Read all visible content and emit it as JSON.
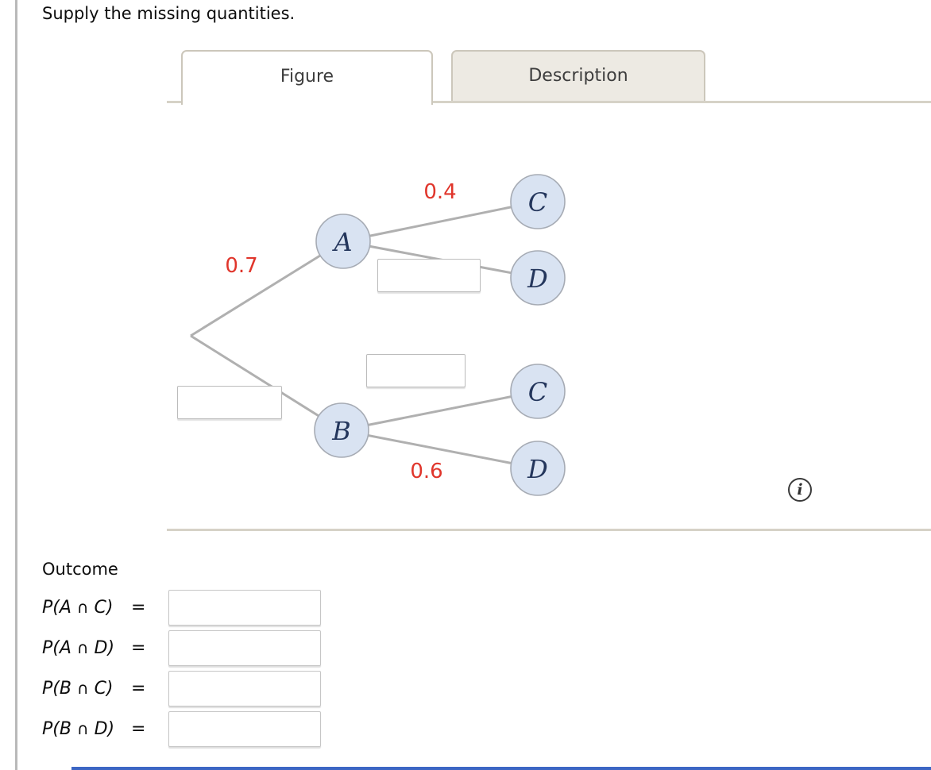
{
  "page": {
    "title": "Supply the missing quantities."
  },
  "tabs": {
    "figure": {
      "label": "Figure",
      "active": true
    },
    "description": {
      "label": "Description",
      "active": false
    }
  },
  "figure": {
    "tree": {
      "nodes": [
        {
          "id": "A",
          "label": "A"
        },
        {
          "id": "C1",
          "label": "C"
        },
        {
          "id": "D1",
          "label": "D"
        },
        {
          "id": "B",
          "label": "B"
        },
        {
          "id": "C2",
          "label": "C"
        },
        {
          "id": "D2",
          "label": "D"
        }
      ],
      "edge_labels": {
        "root_a": "0.7",
        "a_c": "0.4",
        "b_d": "0.6"
      },
      "inputs": {
        "a_d": {
          "value": ""
        },
        "b_c": {
          "value": ""
        },
        "root_b": {
          "value": ""
        }
      }
    },
    "info_icon": {
      "glyph": "i"
    }
  },
  "outcome": {
    "heading": "Outcome",
    "rows": [
      {
        "pre": "P(A ",
        "cap": "∩",
        "post": " C)",
        "eq": "=",
        "value": ""
      },
      {
        "pre": "P(A ",
        "cap": "∩",
        "post": " D)",
        "eq": "=",
        "value": ""
      },
      {
        "pre": "P(B ",
        "cap": "∩",
        "post": " C)",
        "eq": "=",
        "value": ""
      },
      {
        "pre": "P(B ",
        "cap": "∩",
        "post": " D)",
        "eq": "=",
        "value": ""
      }
    ]
  },
  "colors": {
    "edge_label_red": "#e0352b",
    "node_fill": "#d9e3f2",
    "node_letter": "#24365c",
    "tab_inactive_bg": "#edeae3",
    "divider_tan": "#d6d2c7",
    "bottom_accent_blue": "#3c66c4"
  }
}
